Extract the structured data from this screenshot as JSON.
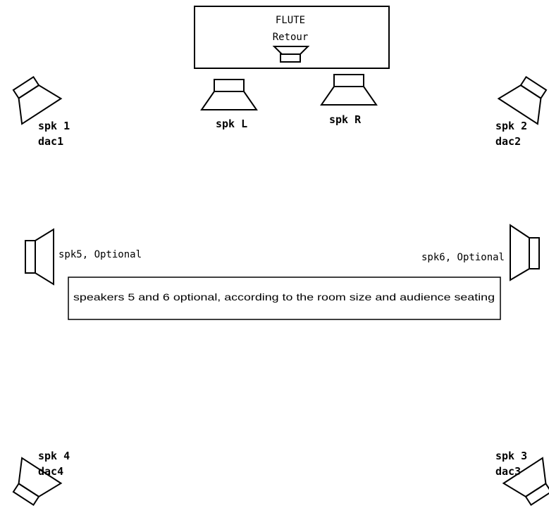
{
  "stage": {
    "performer": "FLUTE",
    "monitor": "Retour"
  },
  "speakers": {
    "spk1": {
      "name": "spk 1",
      "dac": "dac1"
    },
    "spk2": {
      "name": "spk 2",
      "dac": "dac2"
    },
    "spk3": {
      "name": "spk 3",
      "dac": "dac3"
    },
    "spk4": {
      "name": "spk 4",
      "dac": "dac4"
    },
    "spkL": {
      "name": "spk L"
    },
    "spkR": {
      "name": "spk R"
    },
    "spk5": {
      "name": "spk5, Optional"
    },
    "spk6": {
      "name": "spk6, Optional"
    }
  },
  "note": "speakers 5 and 6 optional, according to the room size and audience seating"
}
